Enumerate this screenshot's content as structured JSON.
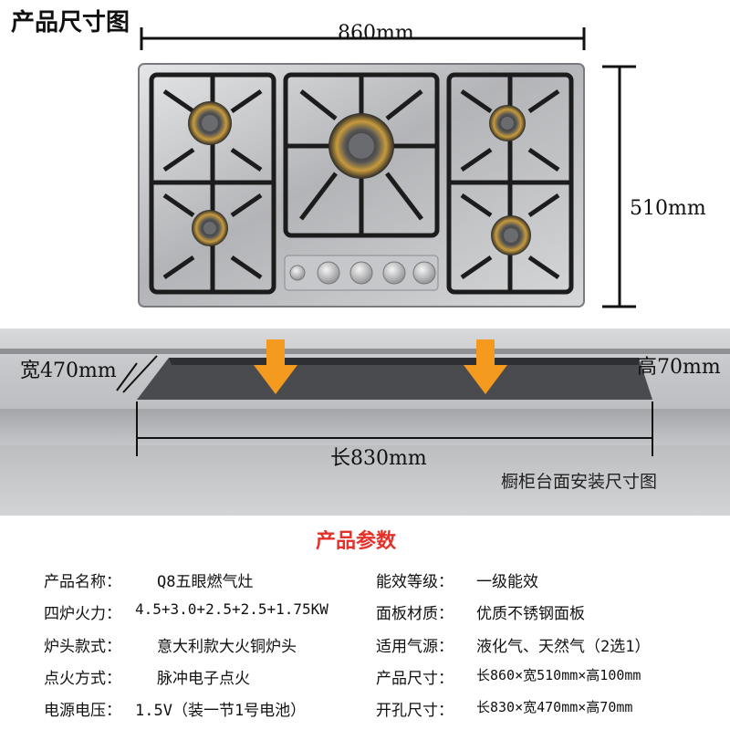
{
  "header": {
    "title": "产品尺寸图",
    "width_dim": "860mm",
    "height_dim": "510mm"
  },
  "cutout": {
    "width_label": "宽470mm",
    "height_label": "高70mm",
    "length_label": "长830mm",
    "caption": "橱柜台面安装尺寸图"
  },
  "params": {
    "title": "产品参数",
    "left": [
      {
        "label": "产品名称：",
        "value": "Q8五眼燃气灶"
      },
      {
        "label": "四炉火力：",
        "value": "4.5+3.0+2.5+2.5+1.75KW"
      },
      {
        "label": "炉头款式：",
        "value": "意大利款大火铜炉头"
      },
      {
        "label": "点火方式：",
        "value": "脉冲电子点火"
      },
      {
        "label": "电源电压：",
        "value": "1.5V（装一节1号电池）"
      }
    ],
    "right": [
      {
        "label": "能效等级：",
        "value": "一级能效"
      },
      {
        "label": "面板材质：",
        "value": "优质不锈钢面板"
      },
      {
        "label": "适用气源：",
        "value": "液化气、天然气（2选1）"
      },
      {
        "label": "产品尺寸：",
        "value": "长860×宽510mm×高100mm"
      },
      {
        "label": "开孔尺寸：",
        "value": "长830×宽470mm×高70mm"
      }
    ]
  },
  "colors": {
    "accent_red": "#e4322b",
    "arrow_orange": "#f39a1f",
    "steel": "#b8b9bc"
  }
}
